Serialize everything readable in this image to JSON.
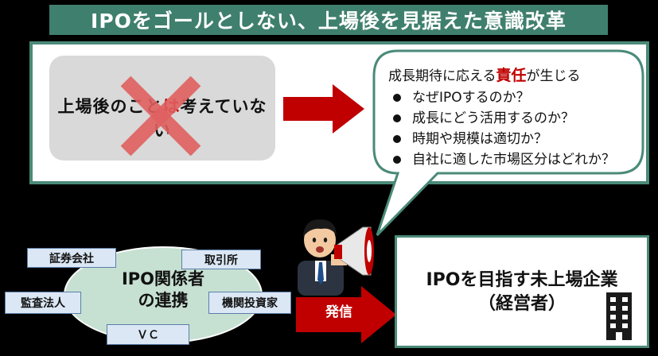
{
  "title": "IPOをゴールとしない、上場後を見据えた意識改革",
  "left_box": {
    "text_plain_1": "上場後のこと",
    "text_red": "は",
    "text_plain_2": "考えていない"
  },
  "bubble": {
    "heading_pre": "成長期待に応える",
    "heading_emph": "責任",
    "heading_post": "が生じる",
    "items": [
      "なぜIPOするのか？",
      "成長にどう活用するのか？",
      "時期や規模は適切か？",
      "自社に適した市場区分はどれか？"
    ]
  },
  "stakeholders": {
    "center_line1": "IPO関係者",
    "center_line2": "の連携",
    "tags": [
      "証券会社",
      "取引所",
      "監査法人",
      "機関投資家",
      "ＶＣ"
    ]
  },
  "send_label": "発信",
  "company": {
    "line1": "IPOを目指す未上場企業",
    "line2": "（経営者）"
  },
  "colors": {
    "title_bg": "#3f7f6d",
    "border_green": "#4a8a78",
    "arrow_red": "#c00000",
    "cross_red": "#e06060",
    "ellipse_fill": "#c6e0d2",
    "tag_fill": "#dbe7f4"
  }
}
